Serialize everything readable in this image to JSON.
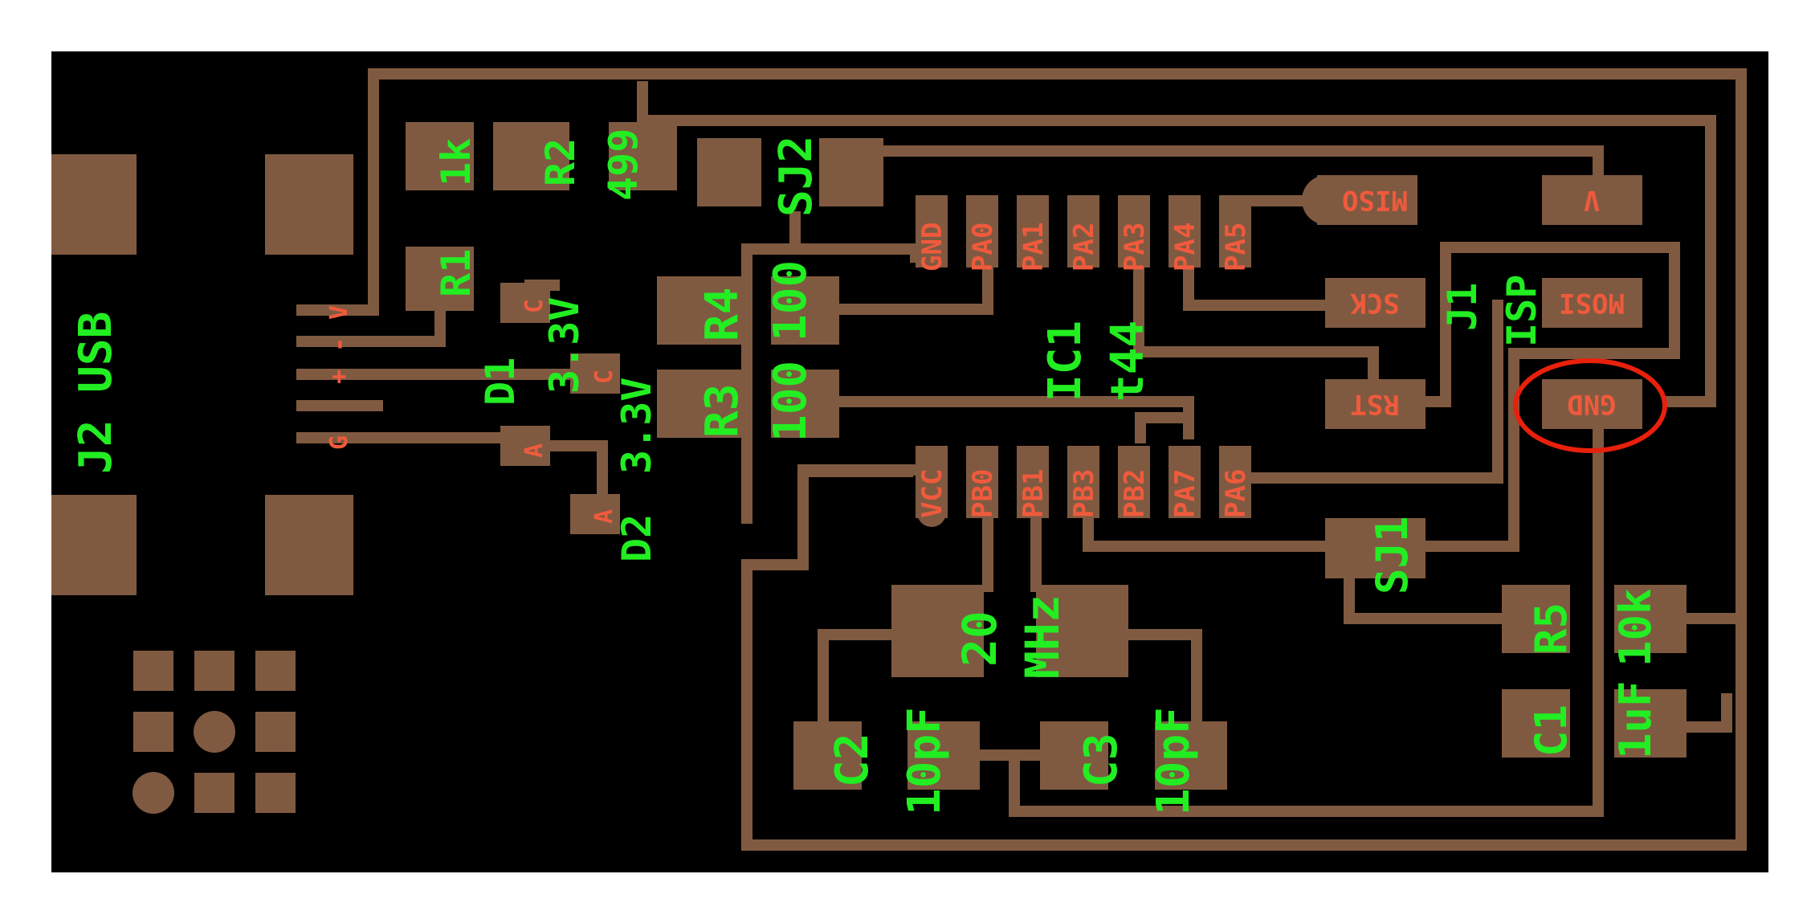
{
  "colors": {
    "board": "#000000",
    "copper": "#7f5a41",
    "silk_label": "#22ee22",
    "pin_label": "#f05a3c",
    "highlight": "#e8200c"
  },
  "highlight": {
    "target": "GND",
    "shape": "ellipse-outline"
  },
  "labels": {
    "j2_usb": "J2 USB",
    "r1": "R1",
    "r1_value": "1k",
    "r2": "R2",
    "r2_value": "499",
    "sj2": "SJ2",
    "r4": "R4",
    "r4_value": "100",
    "r3": "R3",
    "r3_value": "100",
    "d1": "D1",
    "d1_value": "3.3V",
    "d2": "D2",
    "d2_value": "3.3V",
    "ic1": "IC1",
    "ic1_value": "t44",
    "j1": "J1",
    "isp": "ISP",
    "sj1": "SJ1",
    "r5": "R5",
    "r5_value": "10k",
    "c1": "C1",
    "c1_value": "1uF",
    "c2": "C2",
    "c2_value": "10pF",
    "c3": "C3",
    "c3_value": "10pF",
    "xtal_freq": "20",
    "xtal_unit": "MHz"
  },
  "pins": {
    "ic_top": [
      "GND",
      "PA0",
      "PA1",
      "PA2",
      "PA3",
      "PA4",
      "PA5"
    ],
    "ic_bottom": [
      "VCC",
      "PB0",
      "PB1",
      "PB3",
      "PB2",
      "PA7",
      "PA6"
    ],
    "usb": [
      "V",
      "-",
      "+",
      "G"
    ],
    "diode_cathode": "C",
    "diode_anode": "A",
    "isp": {
      "miso": "MISO",
      "sck": "SCK",
      "rst": "RST",
      "v": "V",
      "mosi": "MOSI",
      "gnd": "GND"
    }
  }
}
